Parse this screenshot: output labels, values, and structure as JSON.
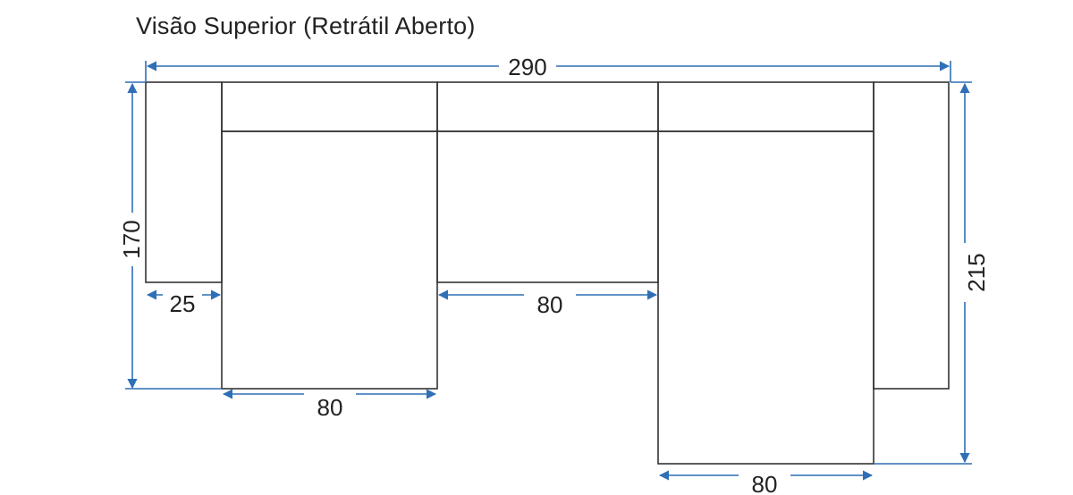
{
  "title": "Visão Superior (Retrátil Aberto)",
  "colors": {
    "outline": "#333333",
    "dimension": "#2f6fb5",
    "text": "#222222"
  },
  "dimensions": {
    "overall_width": "290",
    "left_height": "170",
    "right_height": "215",
    "left_arm_width": "25",
    "left_seat_width": "80",
    "middle_gap_width": "80",
    "right_seat_width": "80"
  }
}
